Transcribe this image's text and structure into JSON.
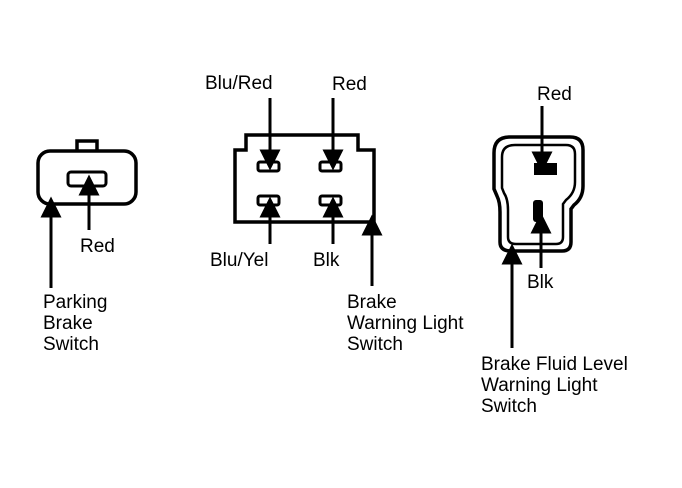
{
  "parking_switch": {
    "wire_label": "Red",
    "title_lines": [
      "Parking",
      "Brake",
      "Switch"
    ]
  },
  "warning_light_switch": {
    "wire_top_left": "Blu/Red",
    "wire_top_right": "Red",
    "wire_bottom_left": "Blu/Yel",
    "wire_bottom_right": "Blk",
    "title_lines": [
      "Brake",
      "Warning Light",
      "Switch"
    ]
  },
  "fluid_level_switch": {
    "wire_top": "Red",
    "wire_bottom": "Blk",
    "title_lines": [
      "Brake Fluid Level",
      "Warning Light",
      "Switch"
    ]
  },
  "colors": {
    "ink": "#000000",
    "background": "#ffffff"
  }
}
